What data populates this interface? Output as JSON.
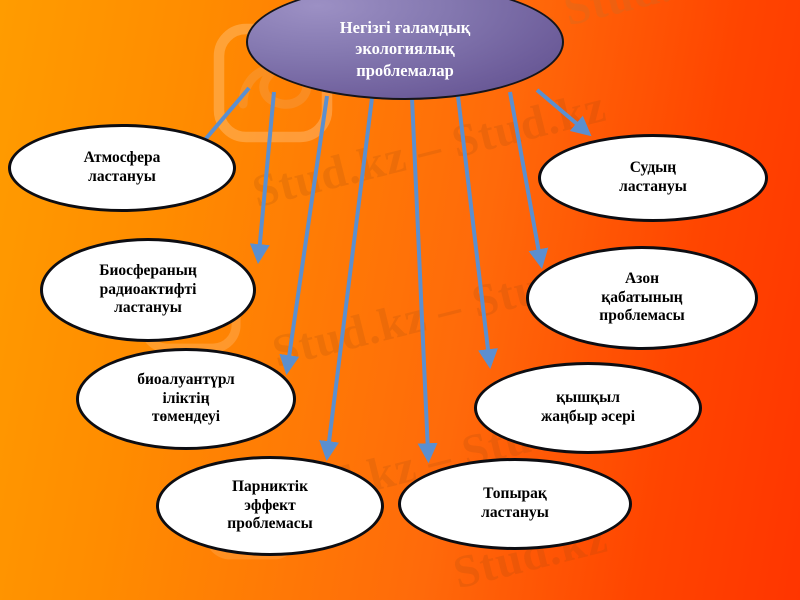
{
  "slide": {
    "title_text": "Негізгі ғаламдық\nэкологиялық\nпроблемалар",
    "background_left_color": "#ff9c00",
    "background_right_color": "#ff3500",
    "hub_fill_color": "#6f5f9c",
    "node_fill_color": "#ffffff",
    "node_border_color": "#0d0d12",
    "arrow_color": "#5b8fcf"
  },
  "watermark": {
    "text": "Stud.kz",
    "text_long": "Stud.kz – Stud.kz"
  },
  "nodes": [
    {
      "id": "atmosfera",
      "label": "Атмосфера\nластануы"
    },
    {
      "id": "biosfera",
      "label": "Биосфераның\nрадиоактифті\nластануы"
    },
    {
      "id": "bioaluan",
      "label": "биоалуантүрл\nіліктің\nтөмендеуі"
    },
    {
      "id": "parnik",
      "label": "Парниктік\nэффект\nпроблемасы"
    },
    {
      "id": "topyraq",
      "label": "Топырақ\nластануы"
    },
    {
      "id": "qyshqyl",
      "label": "қышқыл\nжаңбыр әсері"
    },
    {
      "id": "azon",
      "label": "Азон\nқабатының\nпроблемасы"
    },
    {
      "id": "sudyn",
      "label": "Судың\nластануы"
    }
  ]
}
